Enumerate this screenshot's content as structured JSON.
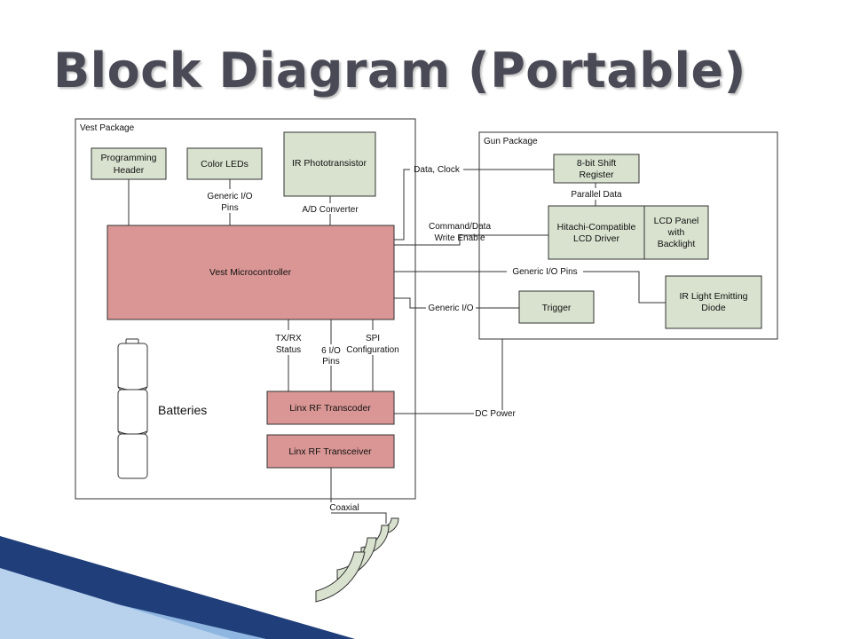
{
  "slide": {
    "title": "Block Diagram (Portable)"
  },
  "colors": {
    "title_text": "#4a4a56",
    "green_block": "#d8e2cf",
    "red_block": "#d99694",
    "line": "#333333",
    "swoosh_dark": "#1f3e7a",
    "swoosh_light": "#8fb6e0"
  },
  "diagram": {
    "vest_package": {
      "label": "Vest Package",
      "programming_header": [
        "Programming",
        "Header"
      ],
      "color_leds": "Color LEDs",
      "ir_phototransistor": "IR Phototransistor",
      "generic_io_pins": [
        "Generic I/O",
        "Pins"
      ],
      "ad_converter": "A/D Converter",
      "vest_microcontroller": "Vest Microcontroller",
      "txrx_status": [
        "TX/RX",
        "Status"
      ],
      "six_io_pins": [
        "6 I/O",
        "Pins"
      ],
      "spi_configuration": [
        "SPI",
        "Configuration"
      ],
      "batteries": "Batteries",
      "linx_rf_transcoder": "Linx RF Transcoder",
      "linx_rf_transceiver": "Linx RF Transceiver"
    },
    "gun_package": {
      "label": "Gun Package",
      "shift_register": [
        "8-bit Shift",
        "Register"
      ],
      "parallel_data": "Parallel Data",
      "lcd_driver": [
        "Hitachi-Compatible",
        "LCD Driver"
      ],
      "lcd_panel": [
        "LCD Panel",
        "with",
        "Backlight"
      ],
      "trigger": "Trigger",
      "ir_led": [
        "IR Light Emitting",
        "Diode"
      ]
    },
    "connections": {
      "data_clock": "Data, Clock",
      "command_data": [
        "Command/Data",
        "Write Enable"
      ],
      "generic_io_pins": "Generic I/O Pins",
      "generic_io": "Generic I/O",
      "dc_power": "DC Power",
      "coaxial": "Coaxial"
    }
  }
}
